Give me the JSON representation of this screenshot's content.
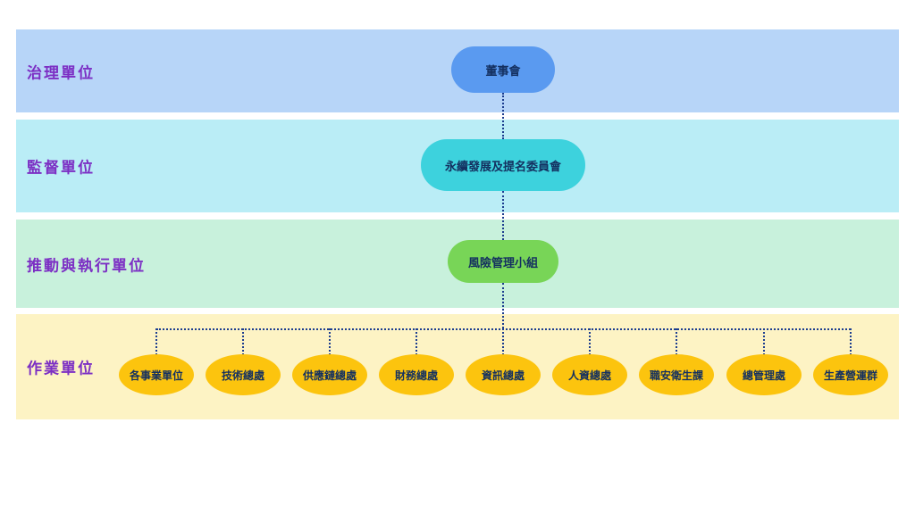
{
  "diagram": {
    "title": "risk-management-organization-chart",
    "rows": [
      {
        "label": "治理單位",
        "node": "董事會"
      },
      {
        "label": "監督單位",
        "node": "永續發展及提名委員會"
      },
      {
        "label": "推動與執行單位",
        "node": "風險管理小組"
      },
      {
        "label": "作業單位"
      }
    ],
    "units": [
      "各事業單位",
      "技術總處",
      "供應鏈總處",
      "財務總處",
      "資訊總處",
      "人資總處",
      "職安衛生課",
      "總管理處",
      "生產營運群"
    ],
    "colors": {
      "band_governance": "#b7d5f8",
      "band_supervision": "#baedf6",
      "band_execution": "#c8f1dc",
      "band_operations": "#fdf3c4",
      "node_board": "#5a9af0",
      "node_committee": "#3dd2dd",
      "node_riskteam": "#78d557",
      "node_unit": "#fcc40e",
      "label_text": "#7c2fc4",
      "node_text": "#143060",
      "line": "#1d3e8f"
    }
  }
}
